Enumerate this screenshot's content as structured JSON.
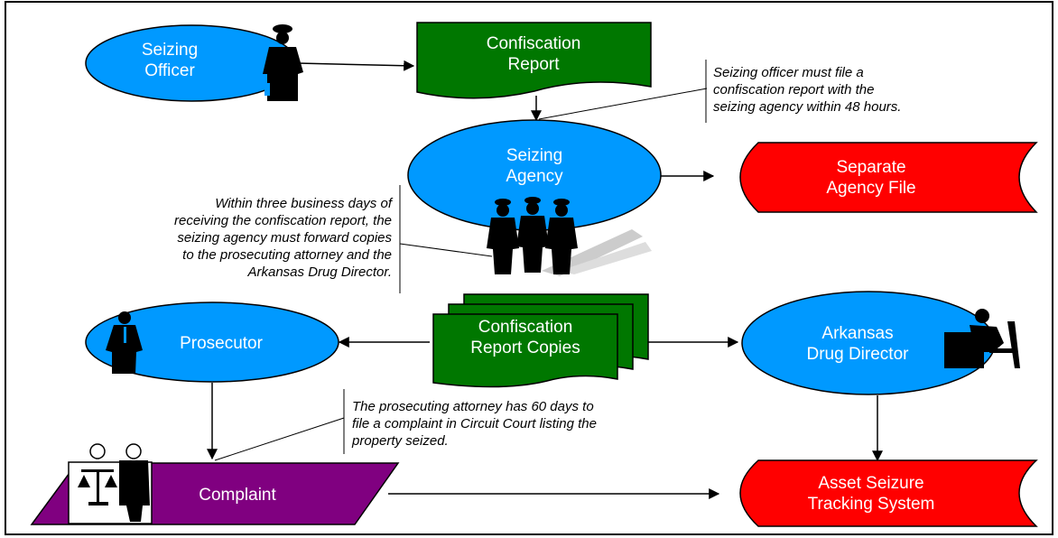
{
  "nodes": {
    "seizing_officer": {
      "line1": "Seizing",
      "line2": "Officer"
    },
    "confiscation_report": {
      "line1": "Confiscation",
      "line2": "Report"
    },
    "seizing_agency": {
      "line1": "Seizing",
      "line2": "Agency"
    },
    "separate_agency_file": {
      "line1": "Separate",
      "line2": "Agency File"
    },
    "prosecutor": {
      "line1": "Prosecutor"
    },
    "confiscation_report_copies": {
      "line1": "Confiscation",
      "line2": "Report Copies"
    },
    "arkansas_drug_director": {
      "line1": "Arkansas",
      "line2": "Drug Director"
    },
    "complaint": {
      "line1": "Complaint"
    },
    "asset_seizure_tracking": {
      "line1": "Asset Seizure",
      "line2": "Tracking System"
    }
  },
  "notes": {
    "officer_note": {
      "line1": "Seizing officer must file a",
      "line2": "confiscation report with the",
      "line3": "seizing agency within 48 hours."
    },
    "agency_note": {
      "line1": "Within three business days of",
      "line2": "receiving the confiscation report, the",
      "line3": "seizing agency must forward copies",
      "line4": "to the prosecuting attorney and the",
      "line5": "Arkansas Drug Director."
    },
    "prosecutor_note": {
      "line1": "The prosecuting attorney has 60 days to",
      "line2": "file a complaint in Circuit Court listing the",
      "line3": "property seized."
    }
  },
  "colors": {
    "ellipse_fill": "#0099ff",
    "document_fill": "#007700",
    "storage_fill": "#ff0000",
    "complaint_fill": "#800080",
    "figure_fill": "#000000"
  },
  "icons": {
    "officer": "police-officer-icon",
    "agency": "police-group-icon",
    "prosecutor": "businessman-icon",
    "director": "desk-worker-icon",
    "court": "judge-scales-icon"
  }
}
